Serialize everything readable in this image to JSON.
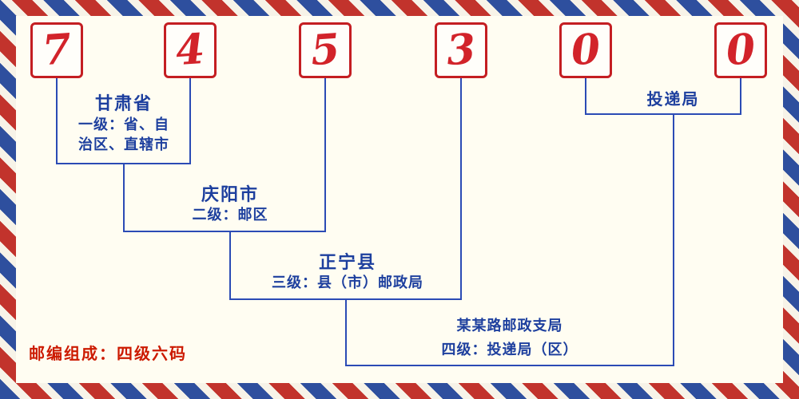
{
  "postal_code": {
    "digits": [
      "7",
      "4",
      "5",
      "3",
      "0",
      "0"
    ]
  },
  "labels": {
    "level1": {
      "name": "甘肃省",
      "desc_line1": "一级：省、自",
      "desc_line2": "治区、直辖市"
    },
    "level2": {
      "name": "庆阳市",
      "desc": "二级：邮区"
    },
    "level3": {
      "name": "正宁县",
      "desc": "三级：县（市）邮政局"
    },
    "level4": {
      "name": "某某路邮政支局",
      "desc": "四级：投递局（区）"
    },
    "delivery_office": "投递局",
    "composition": "邮编组成：四级六码"
  },
  "colors": {
    "digit_red": "#d2232a",
    "box_border_red": "#c41e22",
    "label_blue": "#1d3f9e",
    "line_blue": "#2b4bb5",
    "background_cream": "#fffdf2",
    "stripe_red": "#c2332c",
    "stripe_blue": "#2e4f9e",
    "composition_red": "#cc1a00"
  }
}
